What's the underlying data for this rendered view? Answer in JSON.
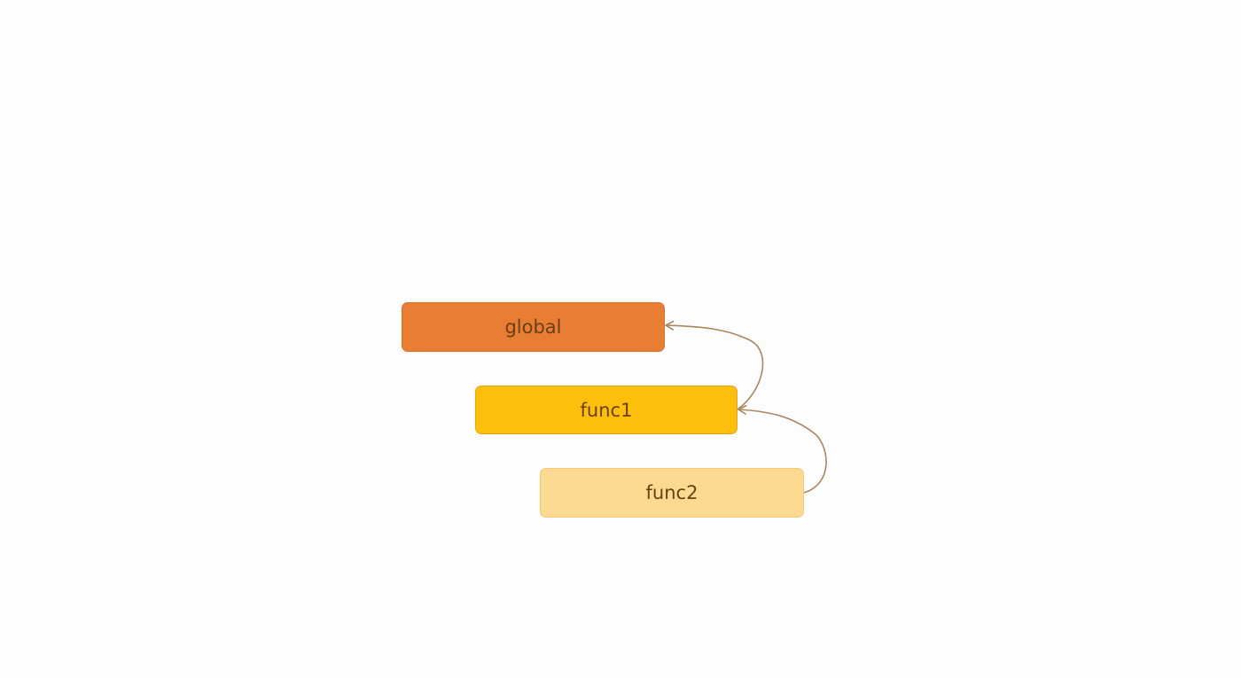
{
  "diagram": {
    "nodes": [
      {
        "id": "global",
        "label": "global",
        "color": "#e77e33"
      },
      {
        "id": "func1",
        "label": "func1",
        "color": "#fbbf0c"
      },
      {
        "id": "func2",
        "label": "func2",
        "color": "#fdda91"
      }
    ],
    "edges": [
      {
        "from": "func1",
        "to": "global"
      },
      {
        "from": "func2",
        "to": "func1"
      }
    ],
    "arrow_color": "#a8885f"
  }
}
